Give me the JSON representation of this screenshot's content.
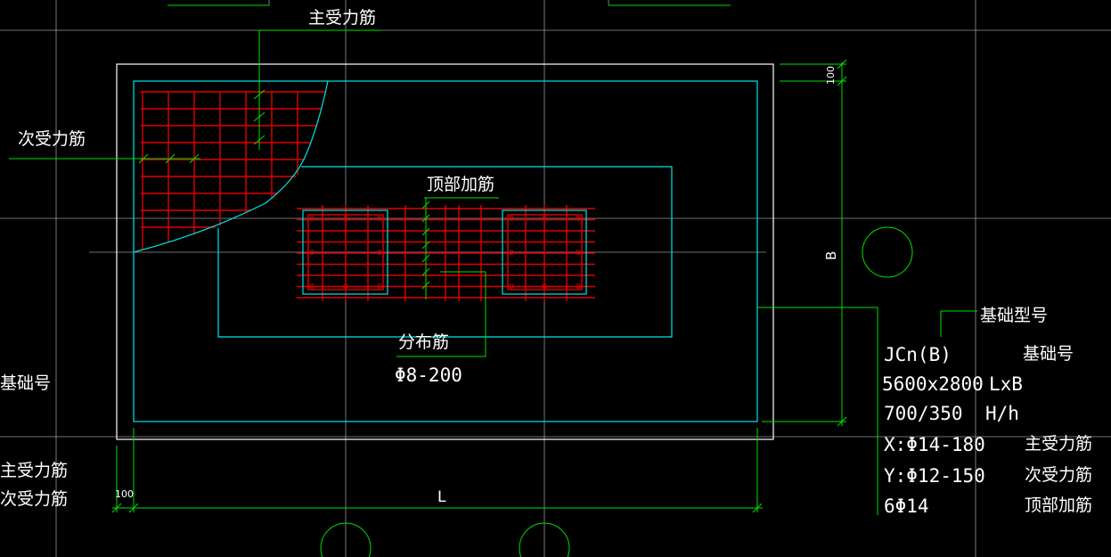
{
  "labels": {
    "main_rebar_top": "主受力筋",
    "secondary_rebar_left": "次受力筋",
    "top_add_rebar": "顶部加筋",
    "distribution_rebar": "分布筋",
    "distribution_spec": "Φ8-200",
    "foundation_no_left": "基础号",
    "main_rebar_left": "主受力筋",
    "secondary_rebar_bottom_left": "次受力筋",
    "dim_100_right": "100",
    "dim_100_bottom": "100",
    "dim_B": "B",
    "dim_L": "L"
  },
  "legend": {
    "title": "基础型号",
    "rows": [
      {
        "value": "JCn(B)",
        "desc": "基础号"
      },
      {
        "value": "5600x2800",
        "desc": "LxB"
      },
      {
        "value": "700/350",
        "desc": "H/h"
      },
      {
        "value": "X:Φ14-180",
        "desc": "主受力筋"
      },
      {
        "value": "Y:Φ12-150",
        "desc": "次受力筋"
      },
      {
        "value": "6Φ14",
        "desc": "顶部加筋"
      }
    ]
  },
  "colors": {
    "background": "#000000",
    "outline": "#ffffff",
    "cyan": "#00e5e5",
    "green": "#00e000",
    "red": "#e00000",
    "grid": "#c8c8c8"
  }
}
